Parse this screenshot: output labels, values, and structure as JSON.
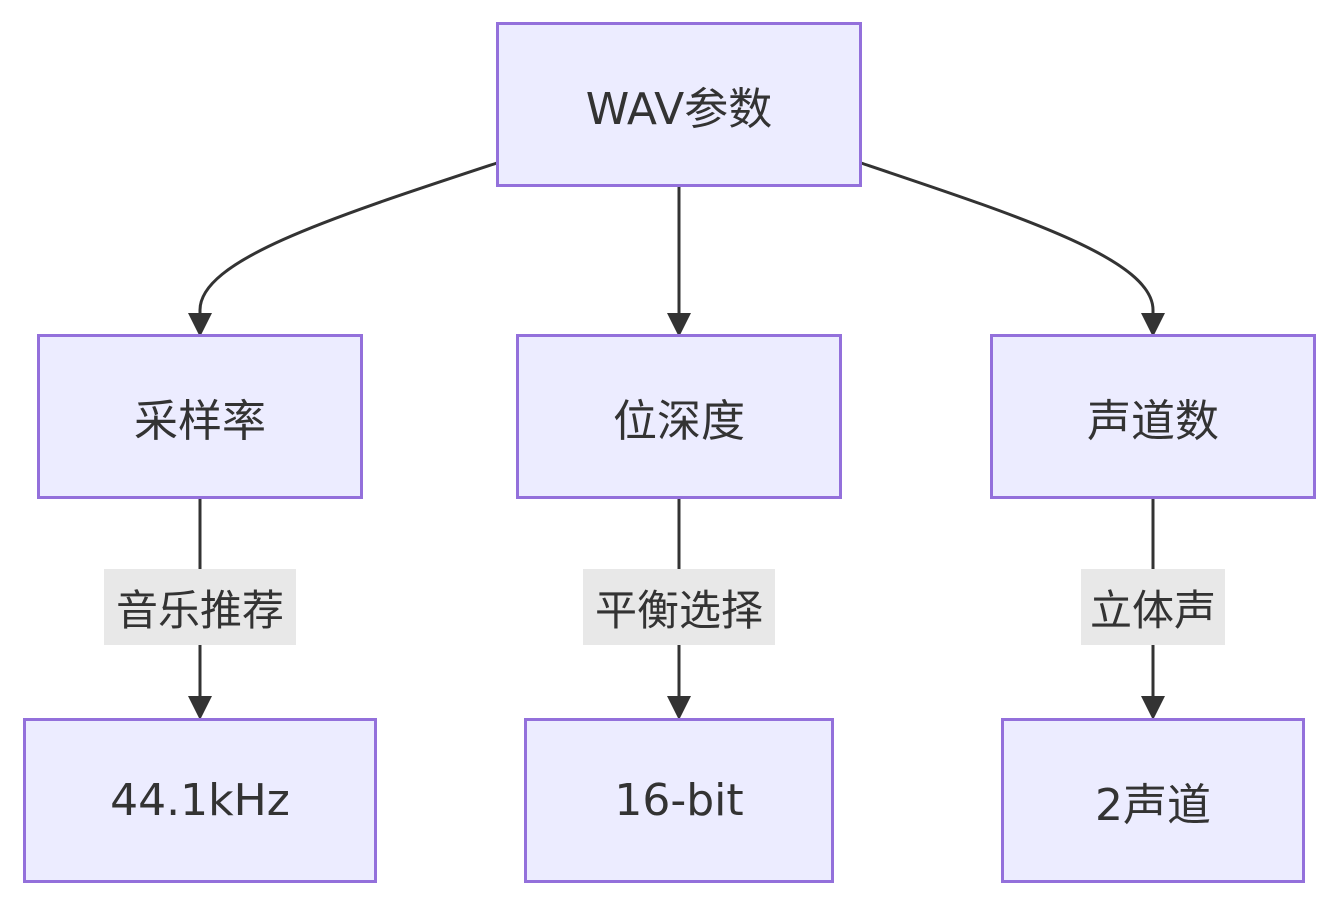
{
  "diagram": {
    "root": {
      "label": "WAV参数"
    },
    "branches": [
      {
        "node": "采样率",
        "edge_label": "音乐推荐",
        "leaf": "44.1kHz"
      },
      {
        "node": "位深度",
        "edge_label": "平衡选择",
        "leaf": "16-bit"
      },
      {
        "node": "声道数",
        "edge_label": "立体声",
        "leaf": "2声道"
      }
    ]
  },
  "colors": {
    "node_fill": "#ECECFF",
    "node_border": "#9370DB",
    "edge": "#333333",
    "edge_label_bg": "#E8E8E8",
    "text": "#333333"
  }
}
